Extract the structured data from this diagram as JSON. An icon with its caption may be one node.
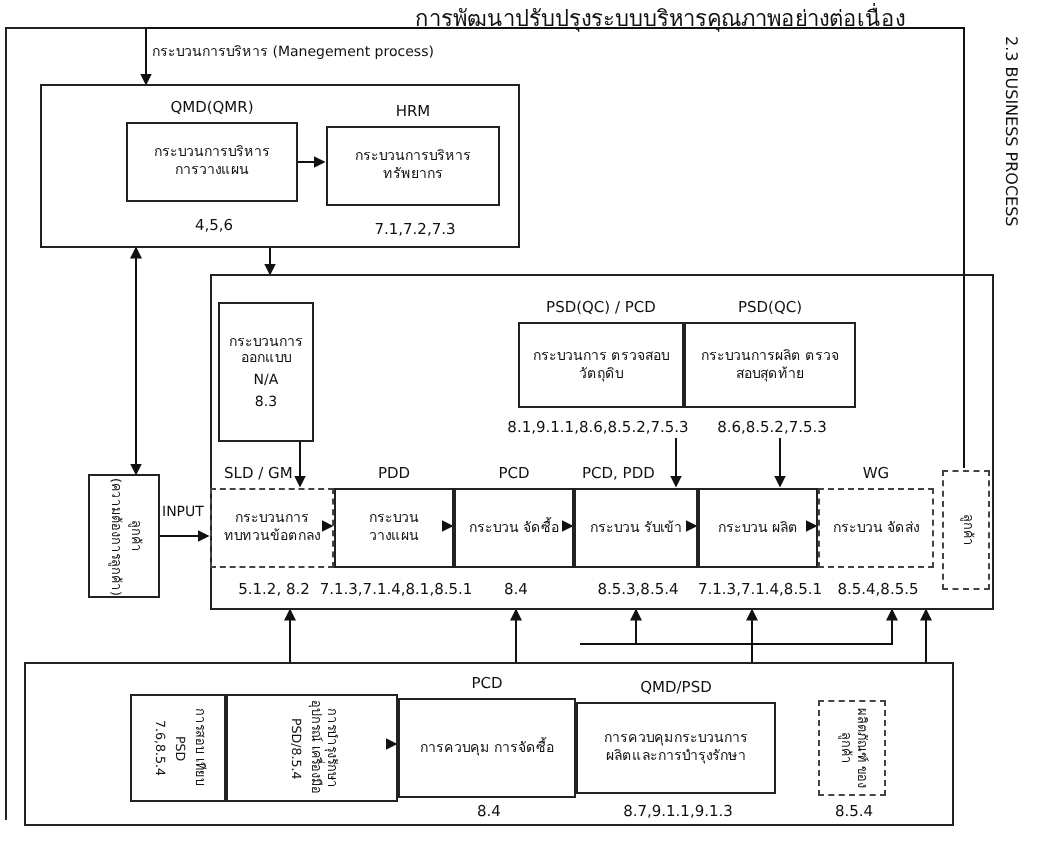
{
  "diagram": {
    "title": "การพัฒนาปรับปรุงระบบบริหารคุณภาพอย่างต่อเนื่อง",
    "nodes": [
      {
        "text": [],
        "shape": "box"
      },
      {
        "text": [
          "QMD(QMR)",
          "กระบวนการบริหาร การวางแผน"
        ],
        "in": 0,
        "beside": [
          "4,5,6"
        ]
      },
      {
        "text": [
          "HRM",
          "กระบวนการบริหาร ทรัพยากร"
        ],
        "in": 0,
        "beside": [
          "7.1,7.2,7.3"
        ]
      },
      {
        "text": [],
        "shape": "box"
      },
      {
        "text": [
          "กระบวนการ ออกแบบ",
          "N/A",
          "8.3"
        ],
        "in": 3
      },
      {
        "text": [
          "PSD(QC) / PCD",
          "กระบวนการ ตรวจสอบวัตถุดิบ"
        ],
        "in": 3,
        "beside": [
          "8.1,9.1.1,8.6,8.5.2,7.5.3"
        ]
      },
      {
        "text": [
          "PSD(QC)",
          "กระบวนการผลิต ตรวจสอบสุดท้าย"
        ],
        "in": 3,
        "beside": [
          "8.6,8.5.2,7.5.3"
        ]
      },
      {
        "text": [
          "ลูกค้า",
          "(ความต้องการลูกค้า)"
        ]
      },
      {
        "text": [
          "SLD / GM",
          "กระบวนการ ทบทวนข้อตกลง"
        ],
        "in": 3,
        "beside": [
          "5.1.2, 8.2"
        ]
      },
      {
        "text": [
          "PDD",
          "กระบวน วางแผน"
        ],
        "in": 3,
        "beside": [
          "7.1.3,7.1.4,8.1,8.5.1"
        ]
      },
      {
        "text": [
          "PCD",
          "กระบวน จัดซื้อ"
        ],
        "in": 3,
        "beside": [
          "8.4"
        ]
      },
      {
        "text": [
          "PCD, PDD",
          "กระบวน รับเข้า"
        ],
        "in": 3,
        "beside": [
          "8.5.3,8.5.4"
        ]
      },
      {
        "text": [
          "กระบวน ผลิต"
        ],
        "in": 3,
        "beside": [
          "7.1.3,7.1.4,8.5.1"
        ]
      },
      {
        "text": [
          "WG",
          "กระบวน จัดส่ง"
        ],
        "in": 3,
        "beside": [
          "8.5.4,8.5.5"
        ]
      },
      {
        "text": [
          "ลูกค้า"
        ],
        "in": 3
      },
      {
        "text": [],
        "shape": "box"
      },
      {
        "text": [
          "การสอบ เทียบ",
          "PSD",
          "7.6,8.5.4"
        ],
        "in": 15
      },
      {
        "text": [
          "การบำรุงรักษา อุปกรณ์ เครื่องมือ",
          "PSD/8.5.4"
        ],
        "in": 15
      },
      {
        "text": [
          "PCD",
          "การควบคุม การจัดซื้อ"
        ],
        "in": 15,
        "beside": [
          "8.4"
        ]
      },
      {
        "text": [
          "QMD/PSD",
          "การควบคุมกระบวนการ ผลิตและการบำรุงรักษา"
        ],
        "in": 15,
        "beside": [
          "8.7,9.1.1,9.1.3"
        ]
      },
      {
        "text": [
          "ผลิตภัณฑ์ ของลูกค้า"
        ],
        "in": 15,
        "beside": [
          "8.5.4"
        ]
      }
    ],
    "edges": [
      {
        "from": 1,
        "to": 2,
        "arrow": "to"
      },
      {
        "from": 0,
        "to": 3,
        "arrow": "to"
      },
      {
        "from": 7,
        "to": 0,
        "arrow": "both"
      },
      {
        "from": 7,
        "to": 8,
        "arrow": "to",
        "label": "INPUT"
      },
      {
        "from": 4,
        "to": 8,
        "arrow": "to"
      },
      {
        "from": 8,
        "to": 9,
        "arrow": "to"
      },
      {
        "from": 9,
        "to": 10,
        "arrow": "to"
      },
      {
        "from": 10,
        "to": 11,
        "arrow": "to"
      },
      {
        "from": 11,
        "to": 12,
        "arrow": "to"
      },
      {
        "from": 12,
        "to": 13,
        "arrow": "to"
      },
      {
        "from": 5,
        "to": 11,
        "arrow": "to"
      },
      {
        "from": 6,
        "to": 12,
        "arrow": "to"
      },
      {
        "from": 14,
        "to": 0,
        "arrow": "to",
        "label": "กระบวนการบริหาร (Manegement process)"
      },
      {
        "from": 15,
        "to": 3,
        "arrow": "to"
      },
      {
        "from": 15,
        "to": 3,
        "arrow": "to"
      },
      {
        "from": 15,
        "to": 3,
        "arrow": "to"
      },
      {
        "from": 15,
        "to": 3,
        "arrow": "to"
      },
      {
        "from": 15,
        "to": 3,
        "arrow": "to"
      },
      {
        "from": 15,
        "to": 3,
        "arrow": "to"
      },
      {
        "from": 17,
        "to": 18,
        "arrow": "to"
      }
    ],
    "labels": [
      "2.3 BUSINESS PROCESS"
    ]
  }
}
